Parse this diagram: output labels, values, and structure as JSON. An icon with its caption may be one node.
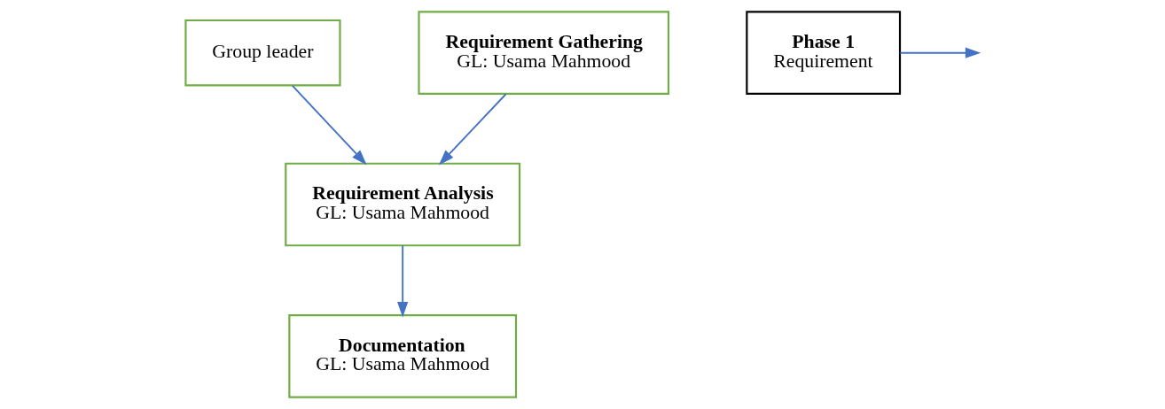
{
  "diagram": {
    "nodes": [
      {
        "text": [
          "Group leader"
        ]
      },
      {
        "text": [
          "Phase 1",
          "Requirement"
        ]
      },
      {
        "text": [
          "Requirement Gathering",
          "GL: Usama Mahmood"
        ]
      },
      {
        "text": [
          "Requirement Analysis",
          "GL: Usama Mahmood"
        ]
      },
      {
        "text": [
          "Documentation",
          "GL: Usama Mahmood"
        ]
      }
    ],
    "edges": [
      {
        "from": 0,
        "to": 3,
        "arrow": "to"
      },
      {
        "from": 1,
        "to": null,
        "arrow": "to"
      },
      {
        "from": 2,
        "to": 3,
        "arrow": "to"
      },
      {
        "from": 3,
        "to": 4,
        "arrow": "to"
      }
    ]
  }
}
